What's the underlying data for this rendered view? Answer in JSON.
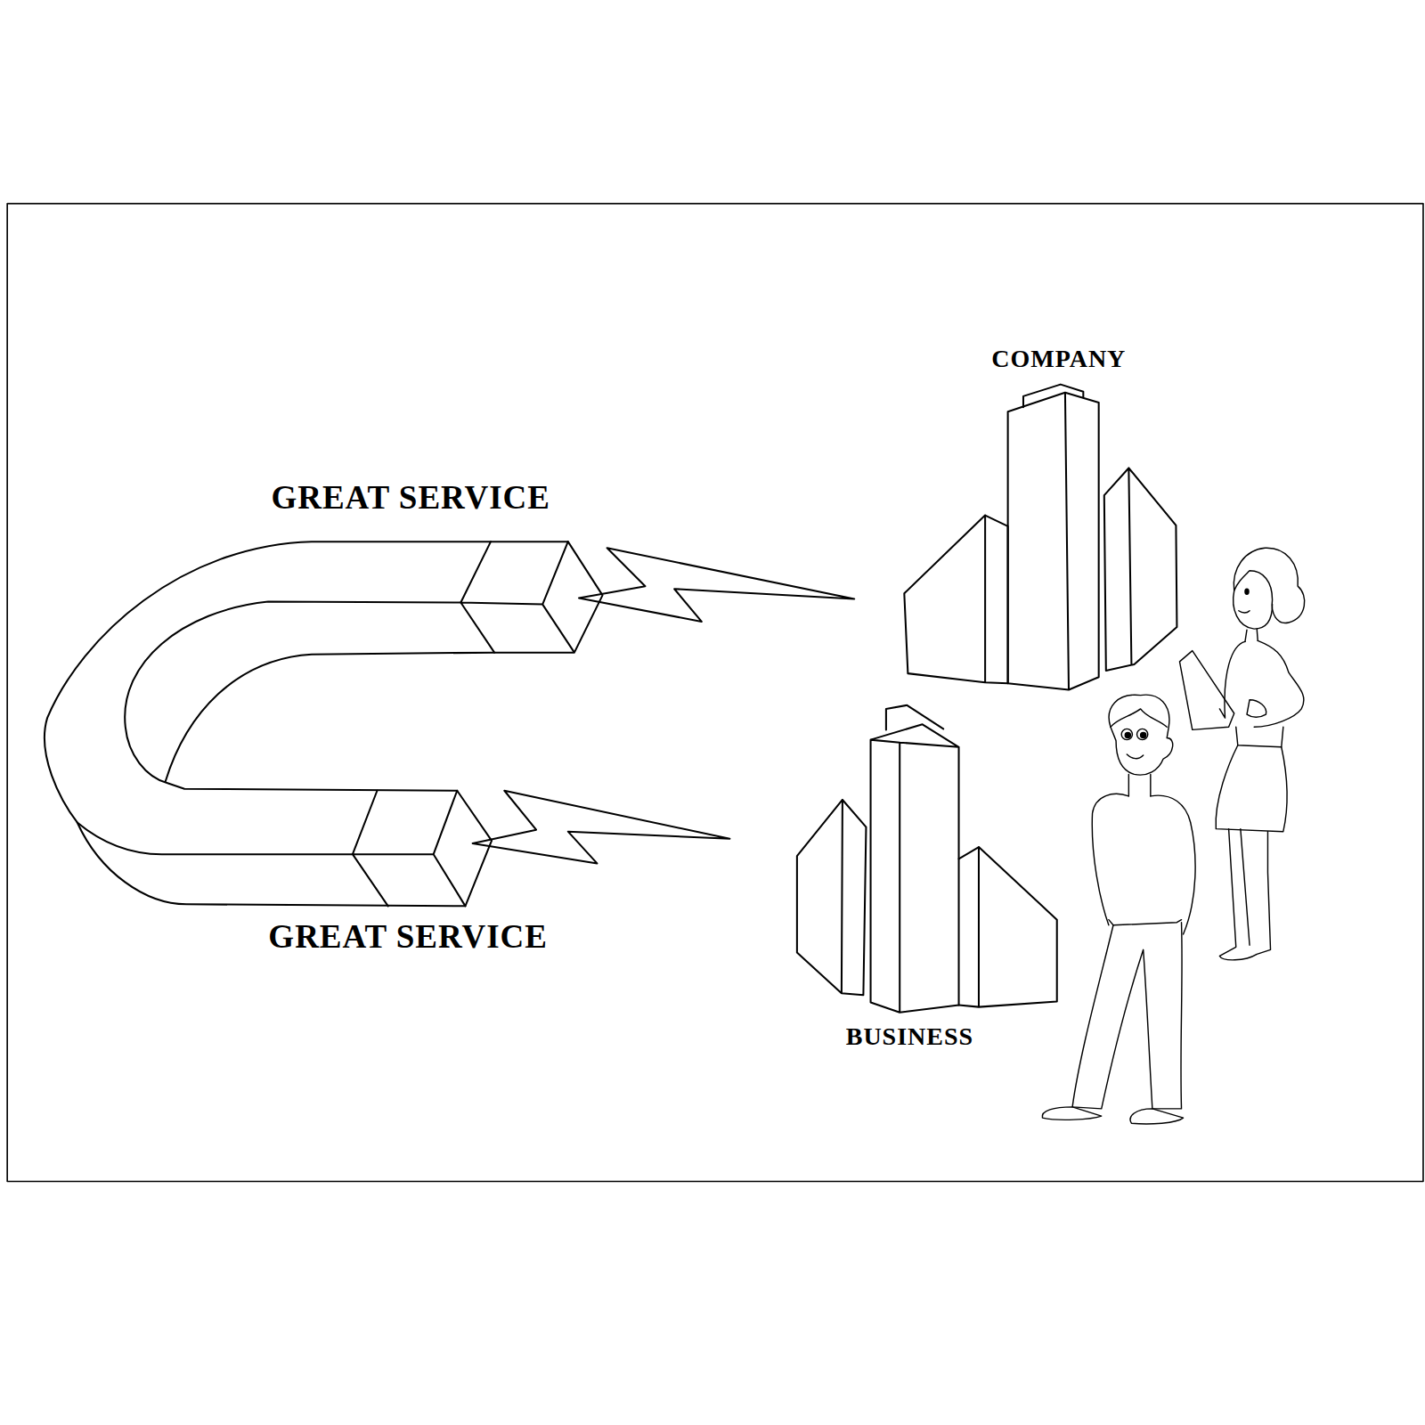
{
  "diagram": {
    "labels": [
      "COMPANY",
      "GREAT SERVICE",
      "GREAT SERVICE",
      "BUSINESS"
    ]
  }
}
